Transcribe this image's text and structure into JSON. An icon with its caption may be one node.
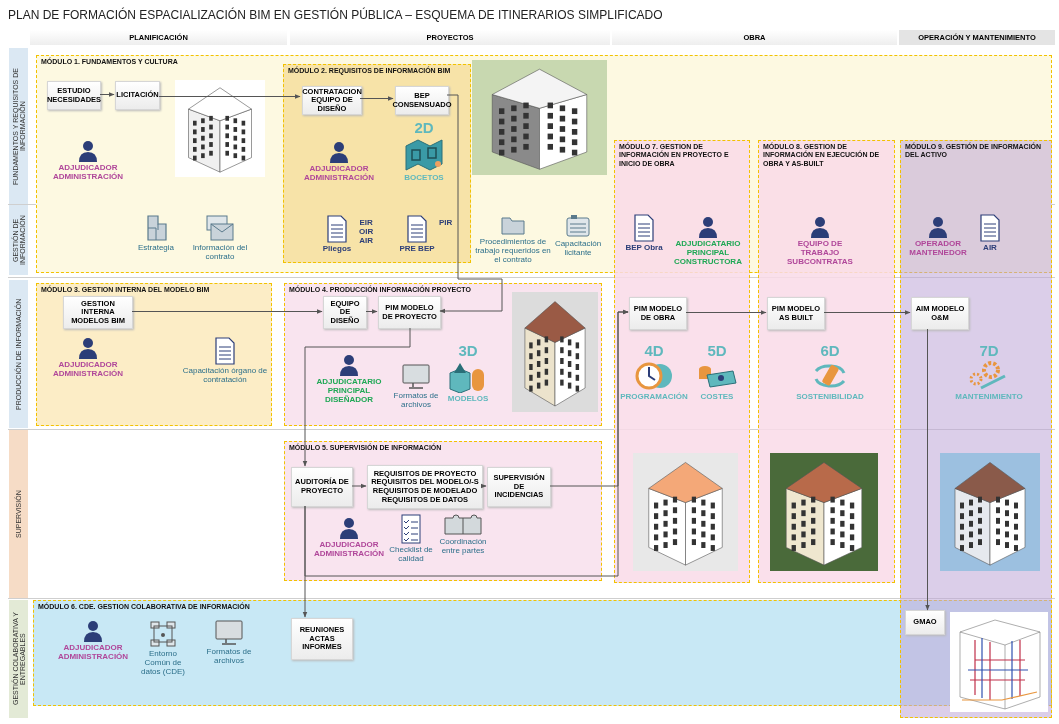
{
  "diagram": {
    "title": "PLAN DE FORMACIÓN ESPACIALIZACIÓN BIM EN GESTIÓN PÚBLICA – ESQUEMA DE ITINERARIOS SIMPLIFICADO",
    "nodes": [
      {
        "text": [
          "MÓDULO 1.  FUNDAMENTOS Y CULTURA"
        ]
      },
      {
        "text": [
          "ESTUDIO NECESIDADES"
        ],
        "in": 0
      },
      {
        "text": [
          "LICITACIÓN"
        ],
        "in": 0
      },
      {
        "text": [
          "ADJUDICADOR ADMINISTRACIÓN"
        ],
        "in": 0
      },
      {
        "text": [
          "Estrategia"
        ],
        "in": 0
      },
      {
        "text": [
          "Información del contrato"
        ],
        "in": 0
      },
      {
        "text": [
          "MÓDULO 2. REQUISITOS DE INFORMACIÓN BIM"
        ],
        "in": 0
      },
      {
        "text": [
          "CONTRATACION EQUIPO DE DISEÑO"
        ],
        "in": 6
      },
      {
        "text": [
          "BEP CONSENSUADO"
        ],
        "in": 6
      },
      {
        "text": [
          "ADJUDICADOR ADMINISTRACIÓN"
        ],
        "in": 6
      },
      {
        "text": [
          "2D",
          "BOCETOS"
        ],
        "in": 6
      },
      {
        "text": [
          "Pliegos"
        ],
        "beside": [
          "EIR OIR AIR"
        ],
        "in": 6
      },
      {
        "text": [
          "PRE BEP"
        ],
        "beside": [
          "PIR"
        ],
        "in": 6
      },
      {
        "text": [
          "Procedimientos de trabajo requeridos en el contrato"
        ],
        "in": 0
      },
      {
        "text": [
          "Capacitación licitante"
        ],
        "in": 0
      },
      {
        "text": [
          "MÓDULO 7. GESTION DE INFORMACIÓN EN PROYECTO E INICIO DE OBRA"
        ]
      },
      {
        "text": [
          "BEP Obra"
        ]
      },
      {
        "text": [
          "ADJUDICATARIO PRINCIPAL CONSTRUCTORA"
        ]
      },
      {
        "text": [
          "PIM MODELO DE OBRA"
        ],
        "in": 15
      },
      {
        "text": [
          "4D",
          "PROGRAMACIÓN"
        ],
        "in": 15
      },
      {
        "text": [
          "5D",
          "COSTES"
        ],
        "in": 15
      },
      {
        "text": [
          "MÓDULO 8. GESTION DE INFORMACIÓN EN EJECUCIÓN DE OBRA Y AS-BUILT"
        ]
      },
      {
        "text": [
          "EQUIPO DE TRABAJO SUBCONTRATAS"
        ]
      },
      {
        "text": [
          "PIM MODELO AS BUILT"
        ],
        "in": 21
      },
      {
        "text": [
          "6D",
          "SOSTENIBILIDAD"
        ],
        "in": 21
      },
      {
        "text": [
          "MÓDULO 9. GESTIÓN DE INFORMACIÓN DEL ACTIVO"
        ]
      },
      {
        "text": [
          "OPERADOR MANTENEDOR"
        ]
      },
      {
        "text": [
          "AIR"
        ]
      },
      {
        "text": [
          "AIM MODELO O&M"
        ],
        "in": 25
      },
      {
        "text": [
          "7D",
          "MANTENIMIENTO"
        ],
        "in": 25
      },
      {
        "text": [
          "GMAO"
        ]
      },
      {
        "text": [
          "MÓDULO 3. GESTION INTERNA DEL MODELO BIM"
        ]
      },
      {
        "text": [
          "GESTION INTERNA MODELOS BIM"
        ],
        "in": 31
      },
      {
        "text": [
          "ADJUDICADOR ADMINISTRACIÓN"
        ],
        "in": 31
      },
      {
        "text": [
          "Capacitación órgano de contratación"
        ],
        "in": 31
      },
      {
        "text": [
          "MÓDULO 4. PRODUCCIÓN INFORMACIÓN PROYECTO"
        ]
      },
      {
        "text": [
          "EQUIPO DE DISEÑO"
        ],
        "in": 35
      },
      {
        "text": [
          "PIM MODELO DE PROYECTO"
        ],
        "in": 35
      },
      {
        "text": [
          "ADJUDICATARIO PRINCIPAL DISEÑADOR"
        ],
        "in": 35
      },
      {
        "text": [
          "Formatos de archivos"
        ],
        "in": 35
      },
      {
        "text": [
          "3D",
          "MODELOS"
        ],
        "in": 35
      },
      {
        "text": [
          "MÓDULO 5. SUPERVISIÓN DE INFORMACIÓN"
        ]
      },
      {
        "text": [
          "AUDITORÍA DE PROYECTO"
        ],
        "in": 41
      },
      {
        "text": [
          "REQUISITOS DE PROYECTO REQUISITOS DEL MODELO/-S REQUISITOS DE MODELADO REQUISITOS DE DATOS"
        ],
        "in": 41
      },
      {
        "text": [
          "SUPERVISIÓN DE INCIDENCIAS"
        ],
        "in": 41
      },
      {
        "text": [
          "ADJUDICADOR ADMINISTRACIÓN"
        ],
        "in": 41
      },
      {
        "text": [
          "Checklist de calidad"
        ],
        "in": 41
      },
      {
        "text": [
          "Coordinación entre partes"
        ],
        "in": 41
      },
      {
        "text": [
          "MÓDULO 6. CDE. GESTION COLABORATIVA DE INFORMACIÓN"
        ]
      },
      {
        "text": [
          "ADJUDICADOR ADMINISTRACIÓN"
        ],
        "in": 48
      },
      {
        "text": [
          "Entorno Común de datos (CDE)"
        ],
        "in": 48
      },
      {
        "text": [
          "Formatos de archivos"
        ],
        "in": 48
      },
      {
        "text": [
          "REUNIONES ACTAS INFORMES"
        ],
        "in": 48
      }
    ],
    "edges": [
      {
        "from": 1,
        "to": 2,
        "arrow": "to"
      },
      {
        "from": 2,
        "to": 7,
        "arrow": "to"
      },
      {
        "from": 7,
        "to": 8,
        "arrow": "to"
      },
      {
        "from": 8,
        "to": 37,
        "arrow": "to"
      },
      {
        "from": 32,
        "to": 36,
        "arrow": "to"
      },
      {
        "from": 36,
        "to": 37,
        "arrow": "to"
      },
      {
        "from": 37,
        "to": 42,
        "arrow": "to"
      },
      {
        "from": 42,
        "to": 43,
        "arrow": "to"
      },
      {
        "from": 43,
        "to": 44,
        "arrow": "to"
      },
      {
        "from": 44,
        "to": 18,
        "arrow": "to"
      },
      {
        "from": 42,
        "to": 18,
        "arrow": "to"
      },
      {
        "from": 42,
        "to": 52,
        "arrow": "to"
      },
      {
        "from": 18,
        "to": 23,
        "arrow": "to"
      },
      {
        "from": 23,
        "to": 28,
        "arrow": "to"
      },
      {
        "from": 28,
        "to": 30,
        "arrow": "to"
      }
    ],
    "labels": [
      "PLANIFICACIÓN",
      "PROYECTOS",
      "OBRA",
      "OPERACIÓN Y MANTENIMIENTO",
      "FUNDAMENTOS Y REQUISITOS DE INFORMACIÓN",
      "GESTIÓN DE INFORMACIÓN",
      "PRODUCCIÓN DE INFORMACIÓN",
      "SUPERVISIÓN",
      "GESTIÓN COLABORATIVA Y ENTREGABLES"
    ]
  }
}
